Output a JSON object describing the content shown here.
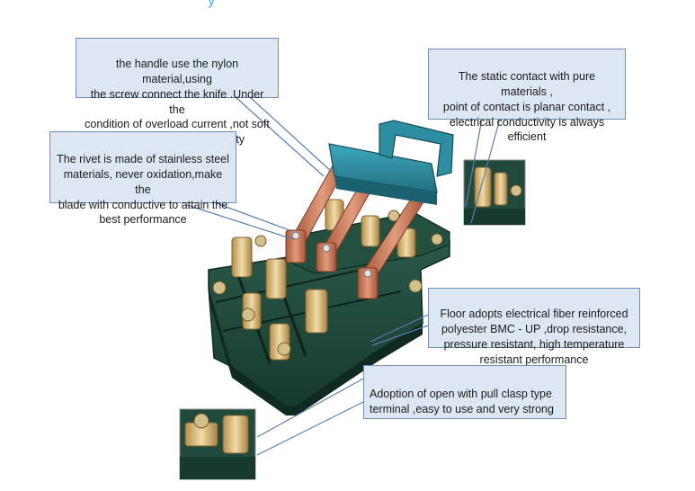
{
  "callouts": {
    "handle": {
      "text": "the handle use the nylon material,using\nthe screw connect the knife .Under the\ncondition of overload current ,not soft\nand loose ,use more safety"
    },
    "static_contact": {
      "text": "The static contact with pure materials ,\npoint of contact is planar contact ,\nelectrical conductivity is always\nefficient"
    },
    "rivet": {
      "text": "The rivet is made of stainless steel\nmaterials, never oxidation,make the\nblade with conductive to attain the\nbest performance"
    },
    "floor": {
      "text": "Floor adopts electrical fiber reinforced\npolyester BMC - UP ,drop resistance,\npressure resistant, high temperature\nresistant performance"
    },
    "terminal": {
      "text": "Adoption of open with pull clasp type\nterminal ,easy to use and very strong"
    }
  },
  "colors": {
    "callout_bg": "#dde7f3",
    "callout_border": "#6f8fb8",
    "base_green": "#1f4a3c",
    "handle_teal": "#2f93a8",
    "copper": "#c87a5a",
    "brass": "#d9b778"
  }
}
